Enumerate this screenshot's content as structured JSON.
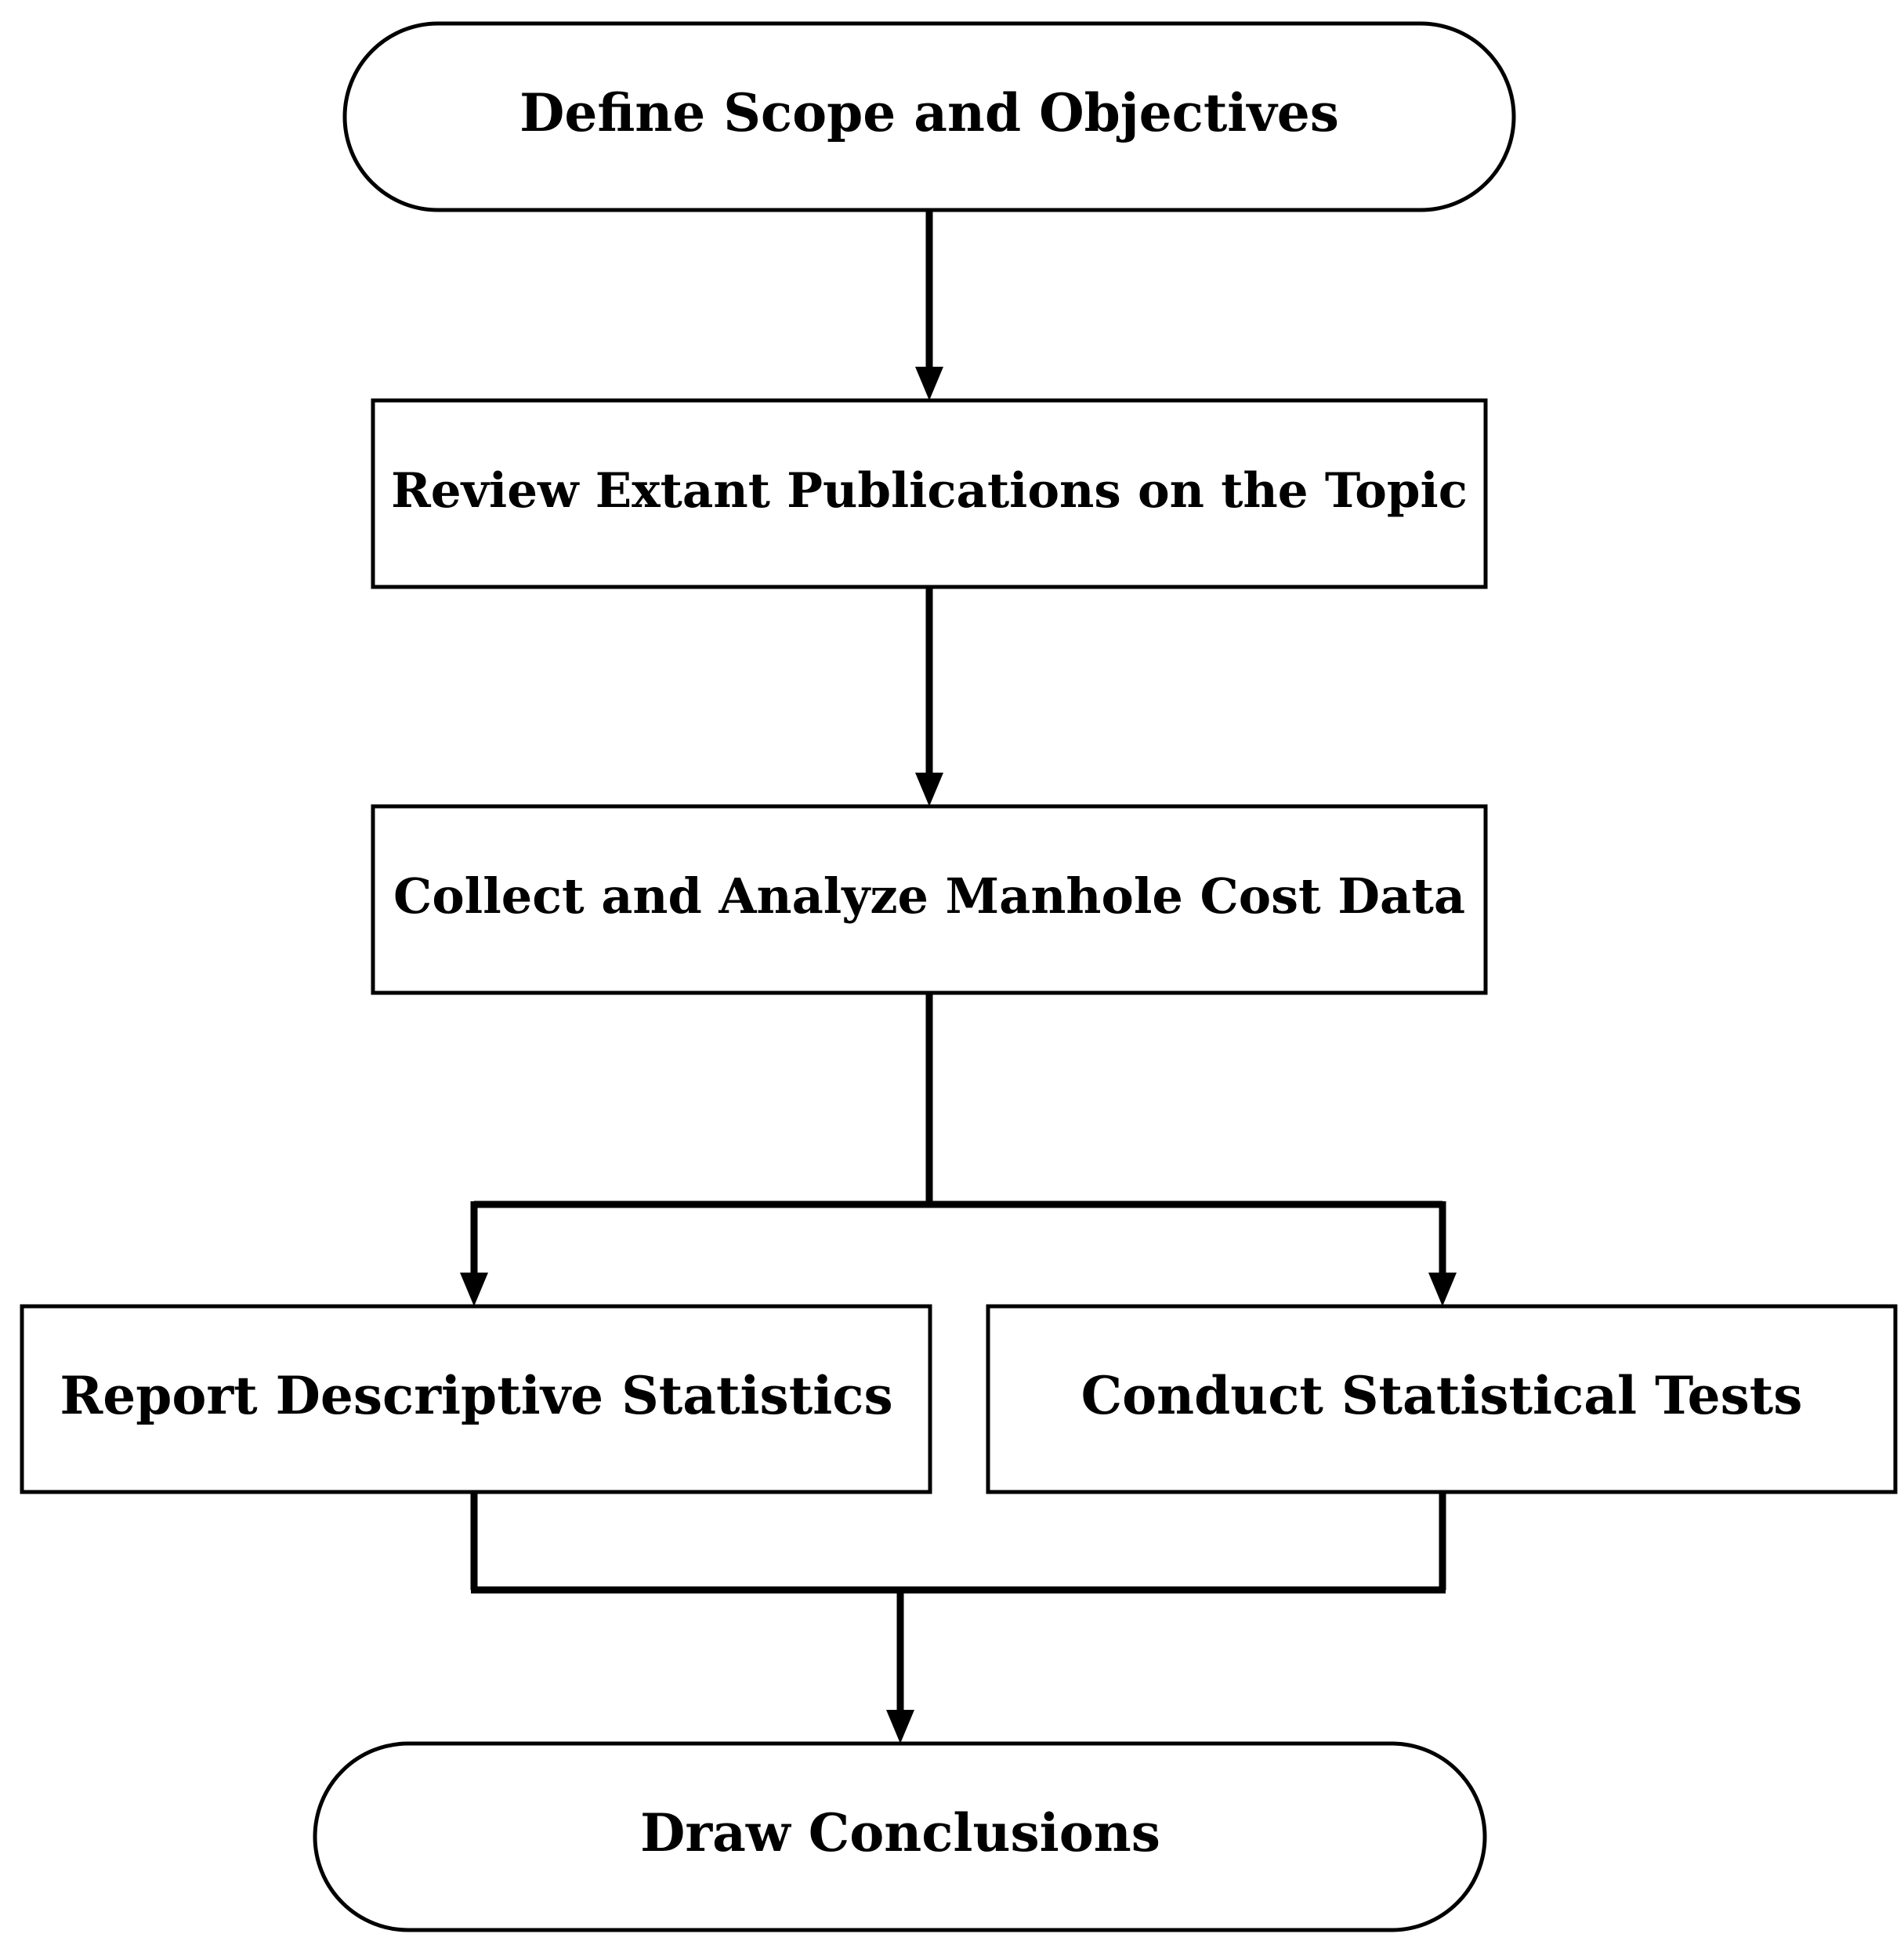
{
  "flowchart": {
    "colors": {
      "stroke": "#000000",
      "fill": "#ffffff",
      "text": "#000000"
    },
    "nodes": {
      "define_scope": {
        "label": "Define Scope and Objectives",
        "shape": "terminator"
      },
      "review_publications": {
        "label": "Review Extant Publications on the Topic",
        "shape": "process"
      },
      "collect_analyze": {
        "label": "Collect and Analyze Manhole Cost Data",
        "shape": "process"
      },
      "report_statistics": {
        "label": "Report Descriptive Statistics",
        "shape": "process"
      },
      "conduct_tests": {
        "label": "Conduct Statistical Tests",
        "shape": "process"
      },
      "draw_conclusions": {
        "label": "Draw Conclusions",
        "shape": "terminator"
      }
    },
    "edges": [
      {
        "from": "define_scope",
        "to": "review_publications"
      },
      {
        "from": "review_publications",
        "to": "collect_analyze"
      },
      {
        "from": "collect_analyze",
        "to": "report_statistics"
      },
      {
        "from": "collect_analyze",
        "to": "conduct_tests"
      },
      {
        "from": "report_statistics",
        "to": "draw_conclusions"
      },
      {
        "from": "conduct_tests",
        "to": "draw_conclusions"
      }
    ]
  }
}
